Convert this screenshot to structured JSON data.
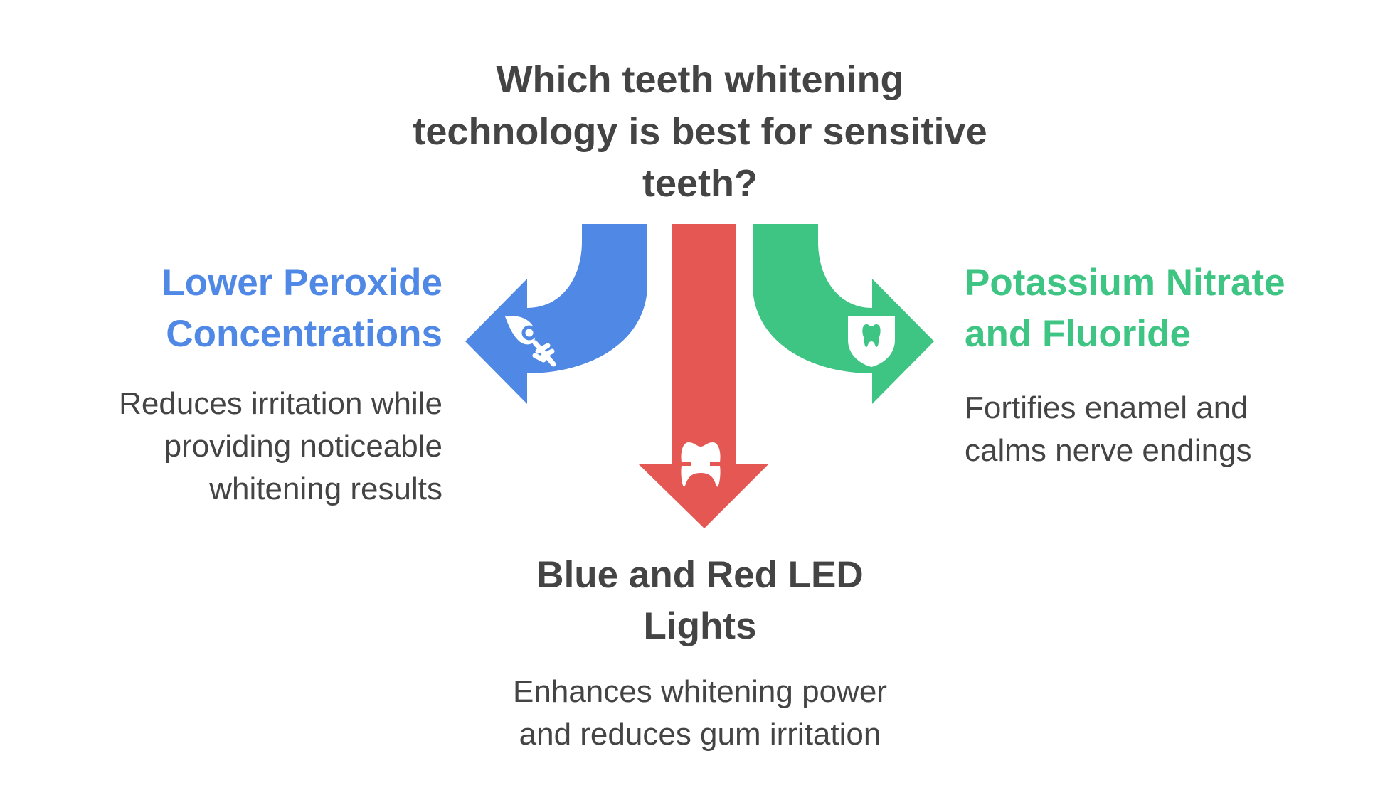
{
  "title": [
    "Which teeth whitening",
    "technology is best for sensitive",
    "teeth?"
  ],
  "colors": {
    "blue": "#4F88E5",
    "red": "#E45753",
    "green": "#3EC483",
    "text": "#444444"
  },
  "options": [
    {
      "id": "left",
      "heading": [
        "Lower Peroxide",
        "Concentrations"
      ],
      "description": [
        "Reduces irritation while",
        "providing noticeable",
        "whitening results"
      ],
      "icon": "syringe-icon",
      "color": "#4F88E5"
    },
    {
      "id": "bottom",
      "heading": [
        "Blue and Red LED",
        "Lights"
      ],
      "description": [
        "Enhances whitening power",
        "and reduces gum irritation"
      ],
      "icon": "tooth-crown-icon",
      "color": "#E45753"
    },
    {
      "id": "right",
      "heading": [
        "Potassium Nitrate",
        "and Fluoride"
      ],
      "description": [
        "Fortifies enamel and",
        "calms nerve endings"
      ],
      "icon": "tooth-shield-icon",
      "color": "#3EC483"
    }
  ]
}
